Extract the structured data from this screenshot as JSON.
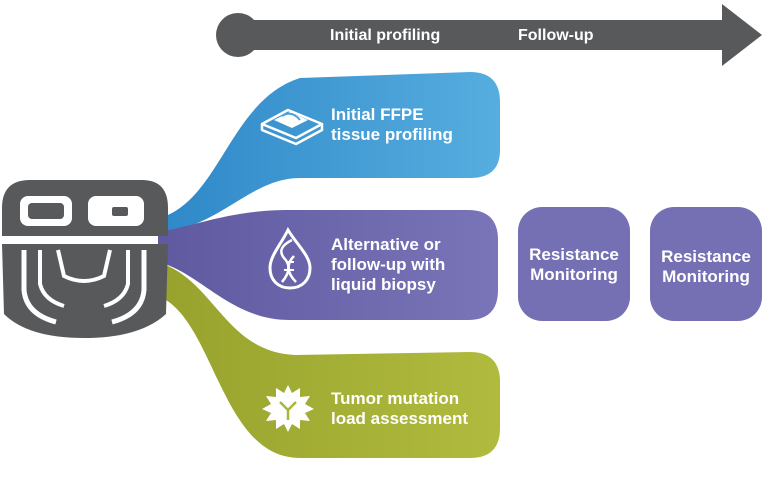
{
  "timeline": {
    "stage_1": "Initial profiling",
    "stage_2": "Follow-up"
  },
  "branches": [
    {
      "label_line_1": "Initial FFPE",
      "label_line_2": "tissue profiling",
      "icon": "tissue-slide-icon",
      "color": "#4aa3df"
    },
    {
      "label_line_1": "Alternative or",
      "label_line_2": "follow-up with",
      "label_line_3": "liquid biopsy",
      "icon": "blood-drop-dna-icon",
      "color": "#7570b3"
    },
    {
      "label_line_1": "Tumor mutation",
      "label_line_2": "load assessment",
      "icon": "tumor-cell-icon",
      "color": "#aab53a"
    }
  ],
  "monitoring": [
    {
      "label_line_1": "Resistance",
      "label_line_2": "Monitoring"
    },
    {
      "label_line_1": "Resistance",
      "label_line_2": "Monitoring"
    }
  ],
  "colors": {
    "instrument": "#58595b",
    "arrow": "#58595b",
    "blue": "#4aa3df",
    "purple": "#7570b3",
    "green": "#aab53a"
  }
}
